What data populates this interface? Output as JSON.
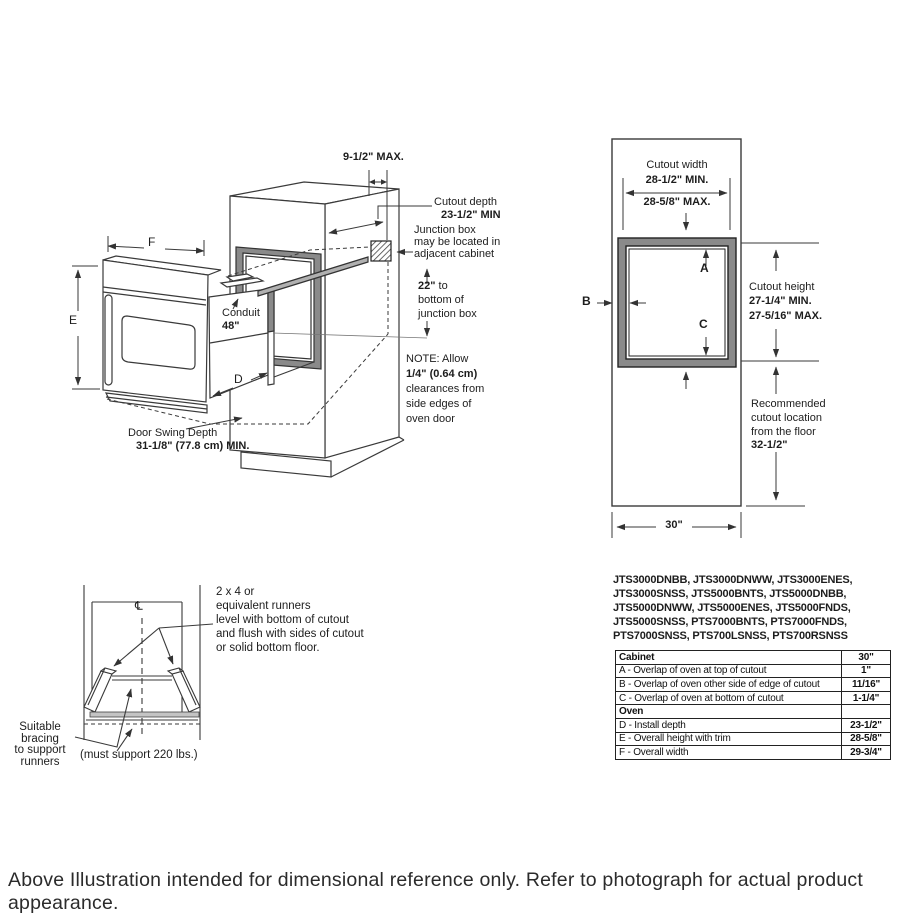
{
  "iso": {
    "top_clearance": "9-1/2\" MAX.",
    "cutout_depth_label": "Cutout depth",
    "cutout_depth_value": "23-1/2\" MIN",
    "junction_box_note": "Junction box\nmay be located in\nadjacent cabinet",
    "jbox_distance_value": "22\"",
    "jbox_distance_suffix": " to",
    "jbox_distance_rest": "bottom of\njunction box",
    "allow_note_line1": "NOTE: Allow",
    "allow_note_line2": "1/4\" (0.64 cm)",
    "allow_note_rest": "clearances from\nside edges of\noven door",
    "conduit_label": "Conduit",
    "conduit_value": "48\"",
    "door_swing_label": "Door Swing Depth",
    "door_swing_value": "31-1/8\" (77.8 cm) MIN.",
    "dim_f": "F",
    "dim_e": "E",
    "dim_d": "D"
  },
  "cutout": {
    "width_label": "Cutout width",
    "width_min": "28-1/2\" MIN.",
    "width_max": "28-5/8\" MAX.",
    "dim_a": "A",
    "dim_b": "B",
    "dim_c": "C",
    "height_label": "Cutout height",
    "height_min": "27-1/4\" MIN.",
    "height_max": "27-5/16\" MAX.",
    "floor_label": "Recommended\ncutout location\nfrom the floor",
    "floor_value": "32-1/2\"",
    "bottom_width": "30\""
  },
  "runners": {
    "centerline_symbol": "℄",
    "note": "2 x 4 or\nequivalent runners\nlevel with bottom of cutout\nand flush with sides of cutout\nor solid bottom floor.",
    "bracing_note": "Suitable\nbracing\nto support\nrunners",
    "support_note": "(must support 220 lbs.)"
  },
  "models": "JTS3000DNBB, JTS3000DNWW, JTS3000ENES,\nJTS3000SNSS, JTS5000BNTS, JTS5000DNBB,\nJTS5000DNWW, JTS5000ENES, JTS5000FNDS,\nJTS5000SNSS, PTS7000BNTS, PTS7000FNDS,\nPTS7000SNSS, PTS700LSNSS, PTS700RSNSS",
  "spec_table": {
    "rows": [
      {
        "label": "Cabinet",
        "value": "30\"",
        "header": true
      },
      {
        "label": "A - Overlap of oven at top of cutout",
        "value": "1\""
      },
      {
        "label": "B - Overlap of oven other side of edge of cutout",
        "value": "11/16\""
      },
      {
        "label": "C - Overlap of oven at bottom of cutout",
        "value": "1-1/4\""
      },
      {
        "label": "Oven",
        "value": "",
        "header": true
      },
      {
        "label": "D - Install depth",
        "value": "23-1/2\""
      },
      {
        "label": "E - Overall height with trim",
        "value": "28-5/8\""
      },
      {
        "label": "F - Overall width",
        "value": "29-3/4\""
      }
    ]
  },
  "footer": "Above Illustration intended for dimensional reference only. Refer to photograph for actual product appearance.",
  "colors": {
    "line": "#3a3a3a",
    "frame_gray": "#8a8a8a",
    "strip_gray": "#c4c4c4"
  }
}
